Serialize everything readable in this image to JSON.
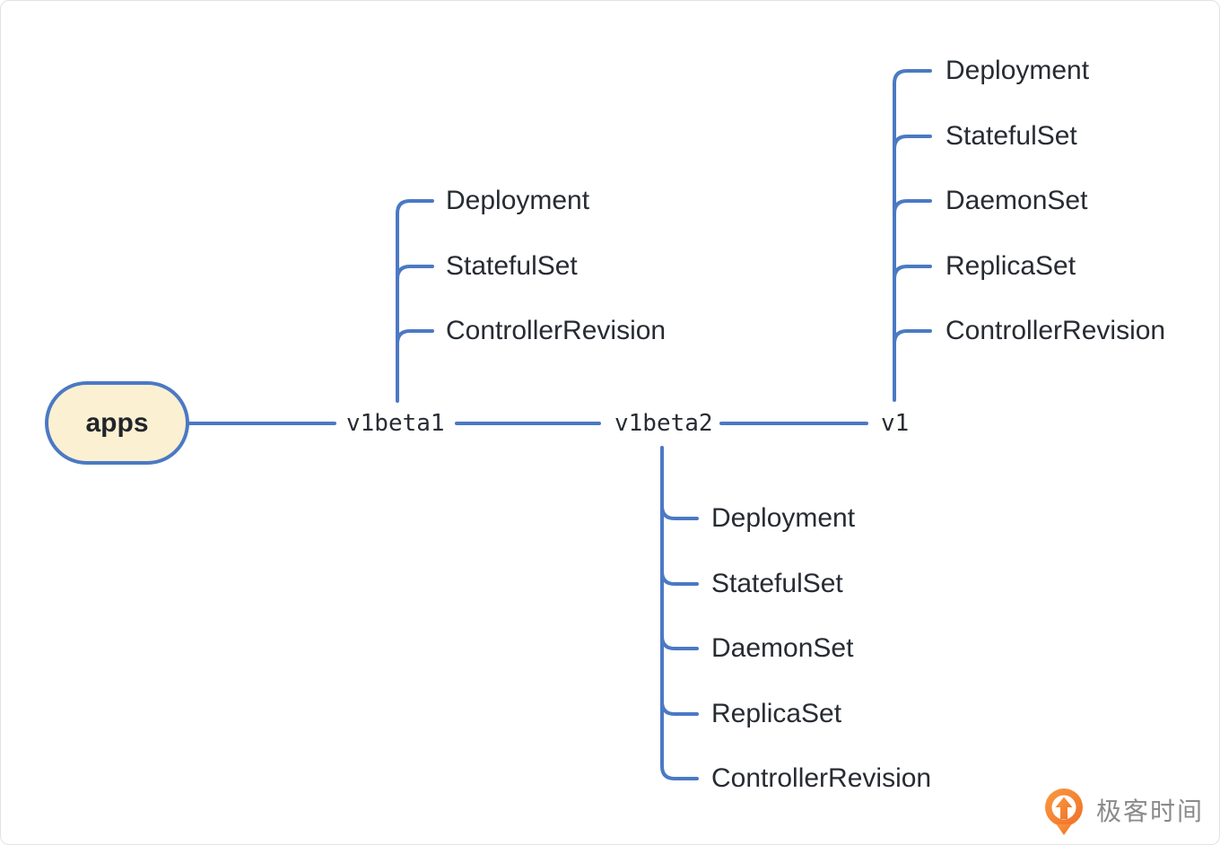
{
  "diagram": {
    "root": {
      "label": "apps"
    },
    "versions": [
      {
        "label": "v1beta1",
        "direction": "up",
        "resources": [
          "Deployment",
          "StatefulSet",
          "ControllerRevision"
        ]
      },
      {
        "label": "v1beta2",
        "direction": "down",
        "resources": [
          "Deployment",
          "StatefulSet",
          "DaemonSet",
          "ReplicaSet",
          "ControllerRevision"
        ]
      },
      {
        "label": "v1",
        "direction": "up",
        "resources": [
          "Deployment",
          "StatefulSet",
          "DaemonSet",
          "ReplicaSet",
          "ControllerRevision"
        ]
      }
    ],
    "colors": {
      "edge_blue": "#4b79c4",
      "root_fill": "#fbf0d2",
      "root_border": "#4b79c4",
      "text_dark": "#272b33",
      "logo_orange": "#f57e2c",
      "logo_gray": "#8a8a8a"
    }
  },
  "branding": {
    "logo_text": "极客时间"
  }
}
